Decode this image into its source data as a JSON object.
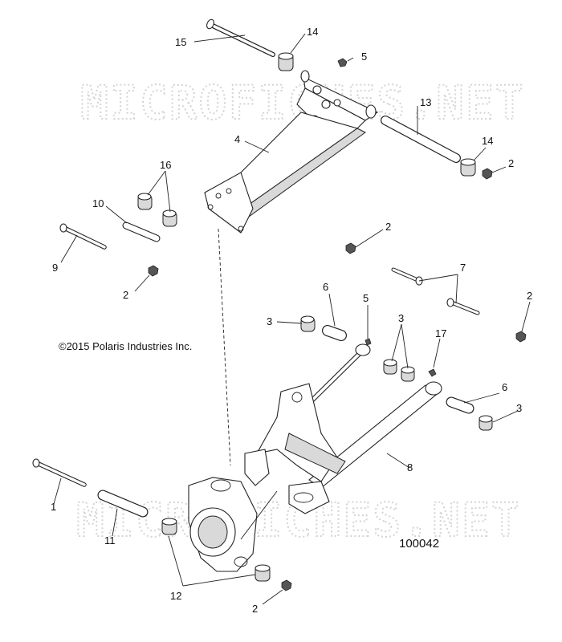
{
  "watermark_text": "MICROFICHES.NET",
  "copyright": "©2015 Polaris Industries Inc.",
  "diagram_number": "100042",
  "callouts": {
    "c15": "15",
    "c14a": "14",
    "c5a": "5",
    "c13": "13",
    "c14b": "14",
    "c2a": "2",
    "c4": "4",
    "c16": "16",
    "c10": "10",
    "c9": "9",
    "c2b": "2",
    "c2c": "2",
    "c7": "7",
    "c2d": "2",
    "c6a": "6",
    "c5b": "5",
    "c3a": "3",
    "c3b": "3",
    "c17": "17",
    "c6b": "6",
    "c3c": "3",
    "c8": "8",
    "c1": "1",
    "c11": "11",
    "c12": "12",
    "c2e": "2"
  }
}
